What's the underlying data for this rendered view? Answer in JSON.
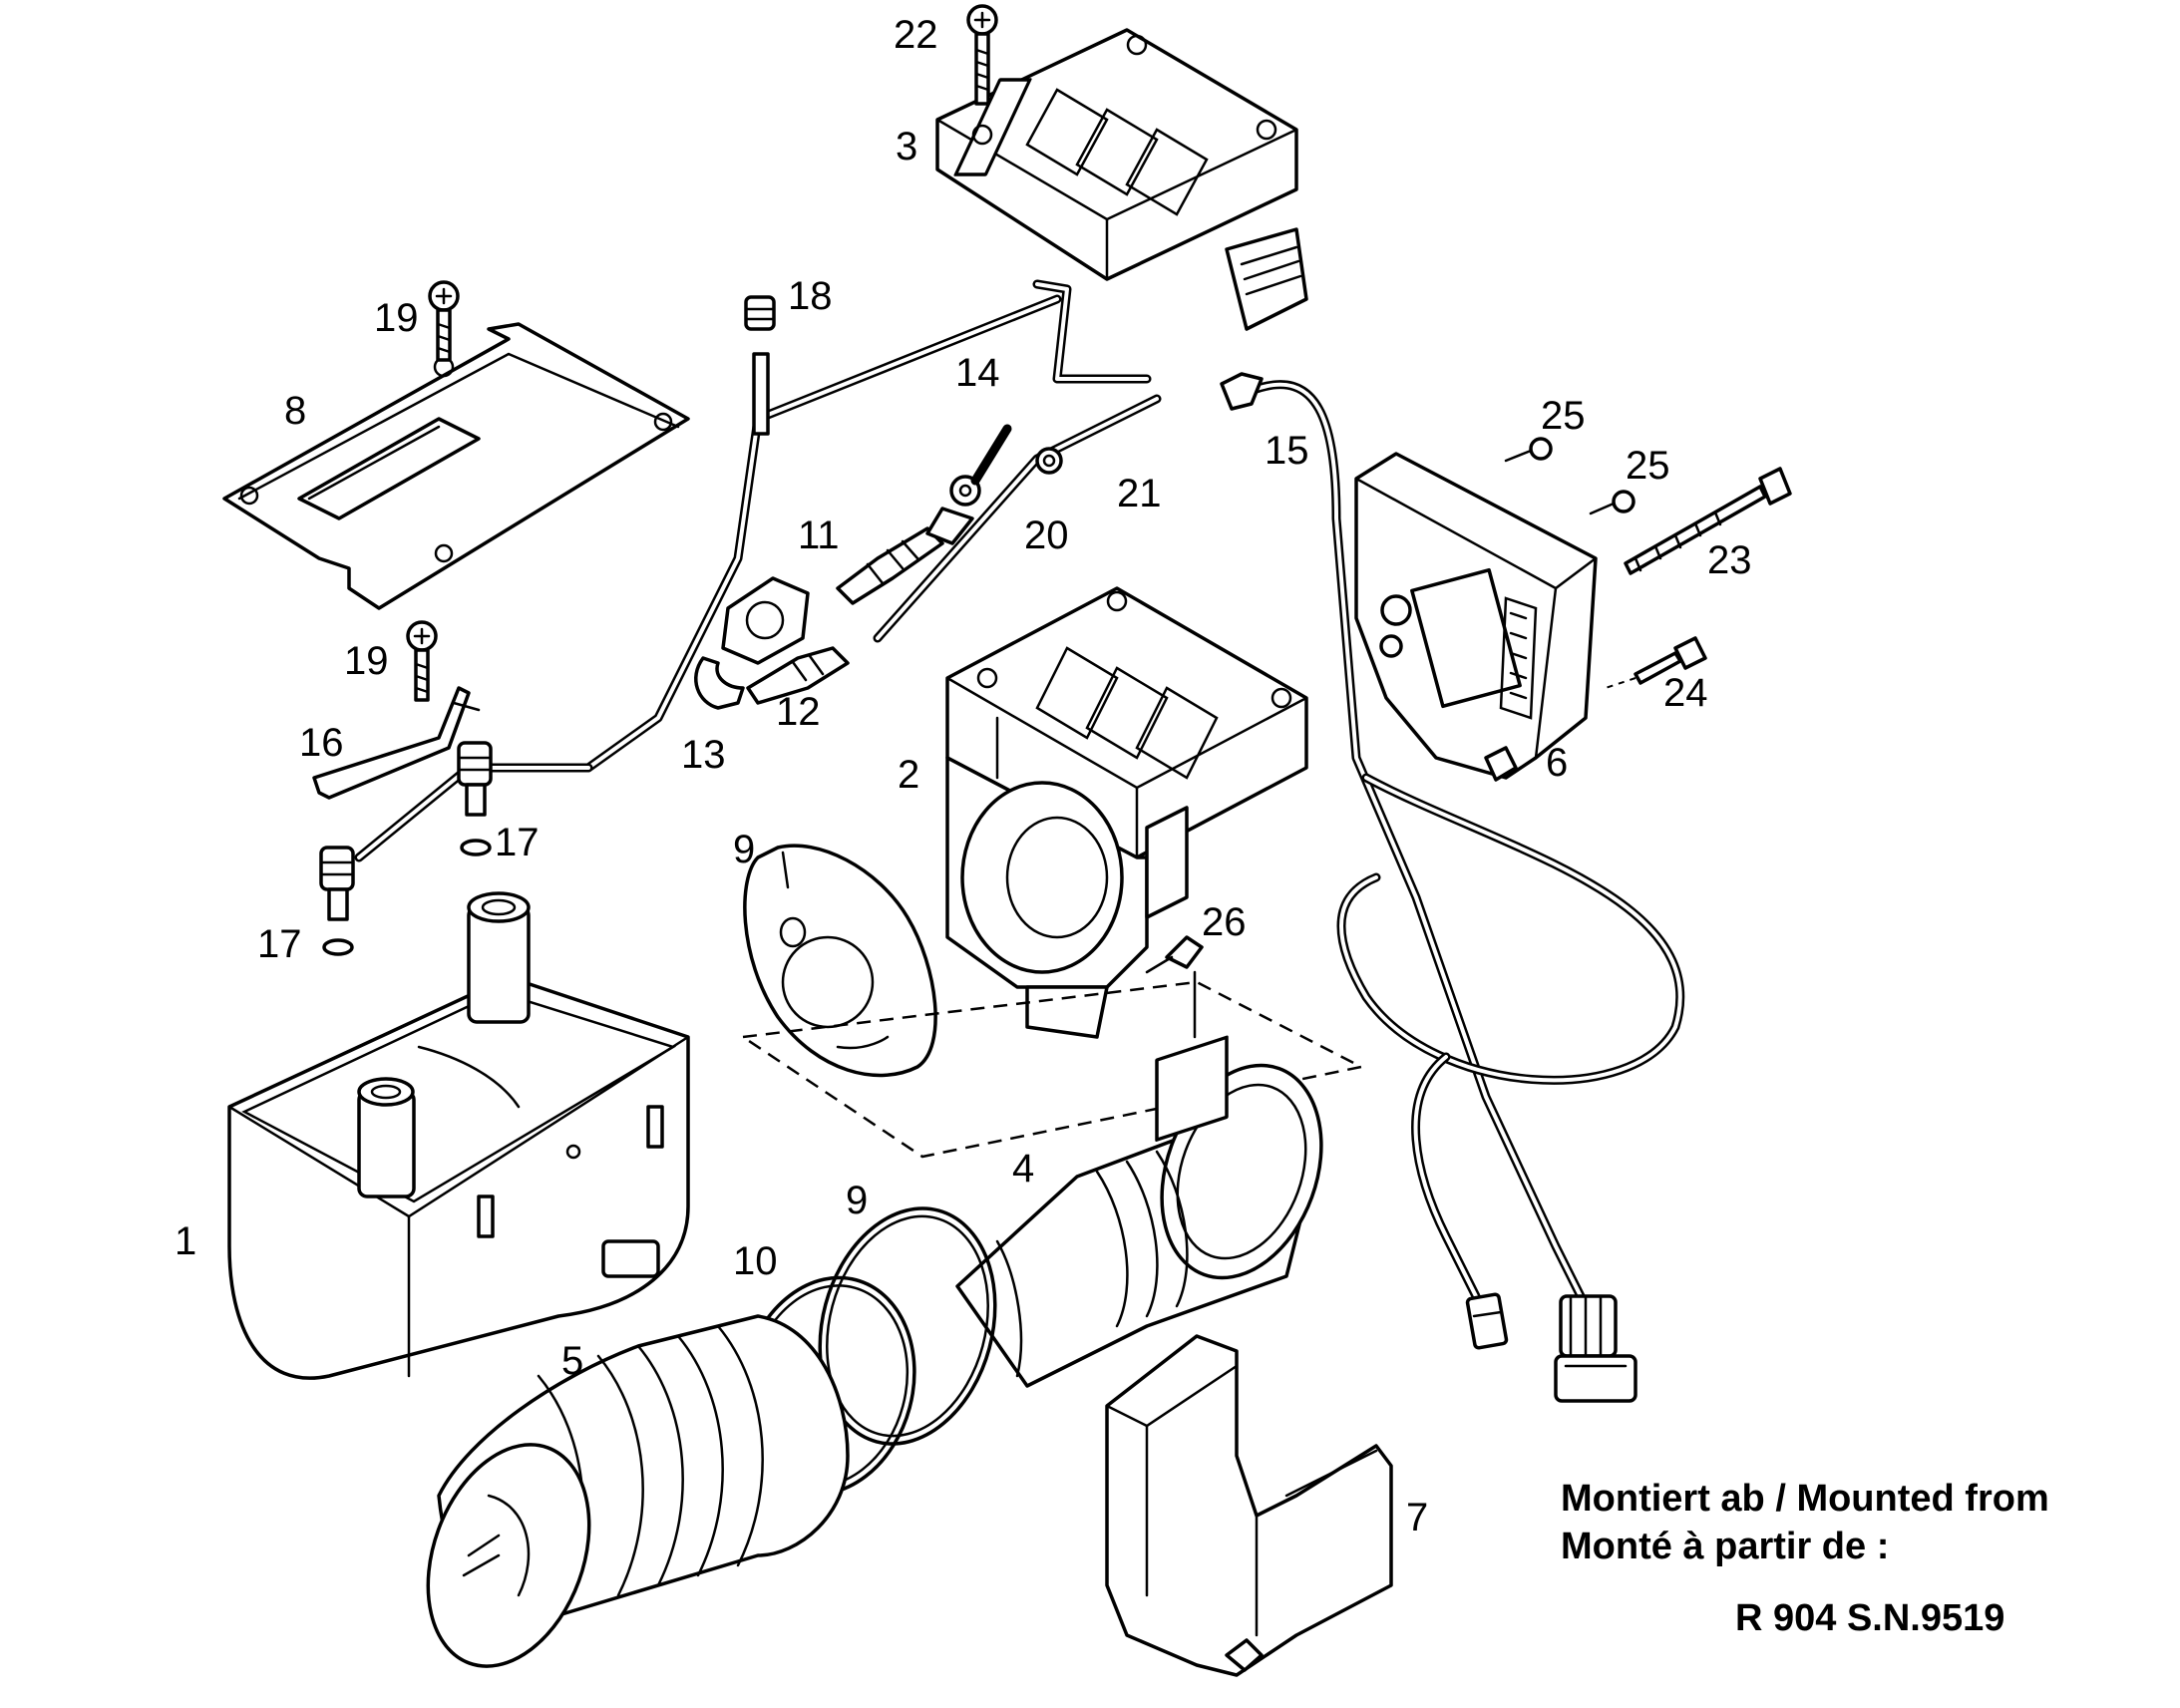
{
  "diagram": {
    "part_labels": [
      {
        "id": "p22",
        "text": "22"
      },
      {
        "id": "p3",
        "text": "3"
      },
      {
        "id": "p18",
        "text": "18"
      },
      {
        "id": "p19a",
        "text": "19"
      },
      {
        "id": "p8",
        "text": "8"
      },
      {
        "id": "p14",
        "text": "14"
      },
      {
        "id": "p15",
        "text": "15"
      },
      {
        "id": "p25a",
        "text": "25"
      },
      {
        "id": "p25b",
        "text": "25"
      },
      {
        "id": "p21",
        "text": "21"
      },
      {
        "id": "p11",
        "text": "11"
      },
      {
        "id": "p20",
        "text": "20"
      },
      {
        "id": "p23",
        "text": "23"
      },
      {
        "id": "p19b",
        "text": "19"
      },
      {
        "id": "p24",
        "text": "24"
      },
      {
        "id": "p16",
        "text": "16"
      },
      {
        "id": "p13",
        "text": "13"
      },
      {
        "id": "p12",
        "text": "12"
      },
      {
        "id": "p2",
        "text": "2"
      },
      {
        "id": "p6",
        "text": "6"
      },
      {
        "id": "p17a",
        "text": "17"
      },
      {
        "id": "p9a",
        "text": "9"
      },
      {
        "id": "p26",
        "text": "26"
      },
      {
        "id": "p17b",
        "text": "17"
      },
      {
        "id": "p4",
        "text": "4"
      },
      {
        "id": "p9b",
        "text": "9"
      },
      {
        "id": "p1",
        "text": "1"
      },
      {
        "id": "p10",
        "text": "10"
      },
      {
        "id": "p5",
        "text": "5"
      },
      {
        "id": "p7",
        "text": "7"
      }
    ],
    "note": {
      "line1": "Montiert ab / Mounted from",
      "line2": "Monté à partir de :",
      "serial": "R 904 S.N.9519"
    }
  }
}
